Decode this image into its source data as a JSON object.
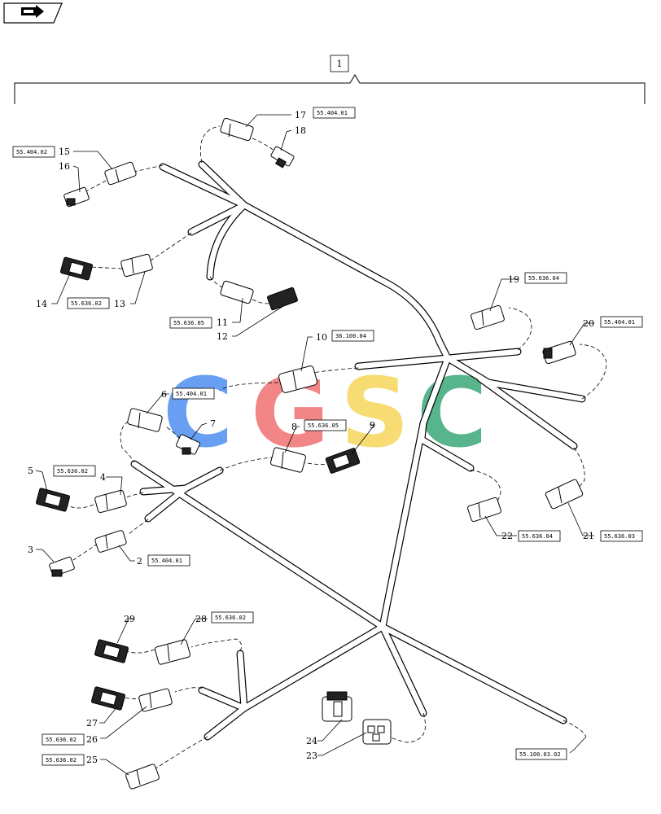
{
  "nav_button": {
    "icon": "next-page-arrow-icon"
  },
  "assembly_label": "1",
  "watermark": {
    "letters": [
      "C",
      "G",
      "S",
      "C"
    ],
    "colors": [
      "#4e8ff0",
      "#f07070",
      "#f5d65a",
      "#3ba878"
    ]
  },
  "items": [
    {
      "id": "2",
      "ref": "55.404.01"
    },
    {
      "id": "3",
      "ref": ""
    },
    {
      "id": "4",
      "ref": ""
    },
    {
      "id": "5",
      "ref": "55.636.02"
    },
    {
      "id": "6",
      "ref": "55.404.01"
    },
    {
      "id": "7",
      "ref": ""
    },
    {
      "id": "8",
      "ref": "55.636.05"
    },
    {
      "id": "9",
      "ref": ""
    },
    {
      "id": "10",
      "ref": "36.100.04"
    },
    {
      "id": "11",
      "ref": "55.636.05"
    },
    {
      "id": "12",
      "ref": ""
    },
    {
      "id": "13",
      "ref": ""
    },
    {
      "id": "14",
      "ref": "55.636.02"
    },
    {
      "id": "15",
      "ref": "55.404.02"
    },
    {
      "id": "16",
      "ref": ""
    },
    {
      "id": "17",
      "ref": "55.404.01"
    },
    {
      "id": "18",
      "ref": ""
    },
    {
      "id": "19",
      "ref": "55.636.04"
    },
    {
      "id": "20",
      "ref": "55.404.01"
    },
    {
      "id": "21",
      "ref": "55.636.03"
    },
    {
      "id": "22",
      "ref": "55.636.04"
    },
    {
      "id": "23",
      "ref": ""
    },
    {
      "id": "24",
      "ref": ""
    },
    {
      "id": "25",
      "ref": "55.636.02"
    },
    {
      "id": "26",
      "ref": "55.636.02"
    },
    {
      "id": "27",
      "ref": ""
    },
    {
      "id": "28",
      "ref": "55.636.02"
    },
    {
      "id": "29",
      "ref": ""
    },
    {
      "id": "end",
      "ref": "55.100.03.02"
    }
  ]
}
